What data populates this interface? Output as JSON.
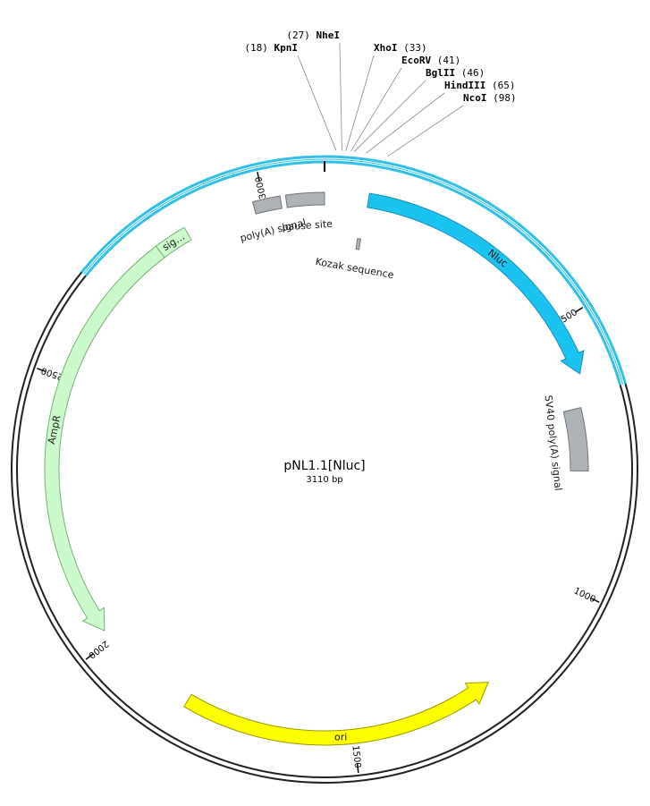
{
  "plasmid": {
    "name": "pNL1.1[Nluc]",
    "length_label": "3110 bp",
    "length": 3110
  },
  "ticks": [
    {
      "pos": 500,
      "label": "500"
    },
    {
      "pos": 1000,
      "label": "1000"
    },
    {
      "pos": 1500,
      "label": "1500"
    },
    {
      "pos": 2000,
      "label": "2000"
    },
    {
      "pos": 2500,
      "label": "2500"
    },
    {
      "pos": 3000,
      "label": "3000"
    }
  ],
  "highlight_region": {
    "start": 2670,
    "end": 640,
    "color": "#33c0e8"
  },
  "features": [
    {
      "id": "nluc",
      "label": "Nluc",
      "start": 80,
      "end": 600,
      "direction": "cw",
      "color": "#1bc4f0",
      "stroke": "#1490b0"
    },
    {
      "id": "sv40",
      "label": "SV40 poly(A) signal",
      "start": 660,
      "end": 780,
      "direction": "none",
      "color": "#aeb3b8",
      "stroke": "#6f757a"
    },
    {
      "id": "ori",
      "label": "ori",
      "start": 1230,
      "end": 1820,
      "direction": "ccw",
      "color": "#ffff00",
      "stroke": "#9a9a00"
    },
    {
      "id": "ampr",
      "label": "AmpR",
      "start": 2020,
      "end": 2790,
      "direction": "ccw",
      "color": "#cbfbcb",
      "stroke": "#78b078"
    },
    {
      "id": "signal",
      "label": "sig…",
      "start": 2790,
      "end": 2850,
      "direction": "none",
      "color": "#cbfbcb",
      "stroke": "#78b078"
    },
    {
      "id": "polya",
      "label": "poly(A) signal",
      "start": 2980,
      "end": 3030,
      "direction": "none",
      "color": "#aeb3b8",
      "stroke": "#6f757a"
    },
    {
      "id": "pause",
      "label": "pause site",
      "start": 3040,
      "end": 3110,
      "direction": "none",
      "color": "#aeb3b8",
      "stroke": "#6f757a"
    },
    {
      "id": "kozak",
      "label": "Kozak sequence",
      "start": 70,
      "end": 77,
      "direction": "none",
      "color": "#aeb3b8",
      "stroke": "#6f757a"
    }
  ],
  "sites": [
    {
      "name": "KpnI",
      "pos": 18,
      "pos_label": "(18)",
      "side": "left"
    },
    {
      "name": "NheI",
      "pos": 27,
      "pos_label": "(27)",
      "side": "left"
    },
    {
      "name": "XhoI",
      "pos": 33,
      "pos_label": "(33)",
      "side": "right"
    },
    {
      "name": "EcoRV",
      "pos": 41,
      "pos_label": "(41)",
      "side": "right"
    },
    {
      "name": "BglII",
      "pos": 46,
      "pos_label": "(46)",
      "side": "right"
    },
    {
      "name": "HindIII",
      "pos": 65,
      "pos_label": "(65)",
      "side": "right"
    },
    {
      "name": "NcoI",
      "pos": 98,
      "pos_label": "(98)",
      "side": "right"
    }
  ]
}
